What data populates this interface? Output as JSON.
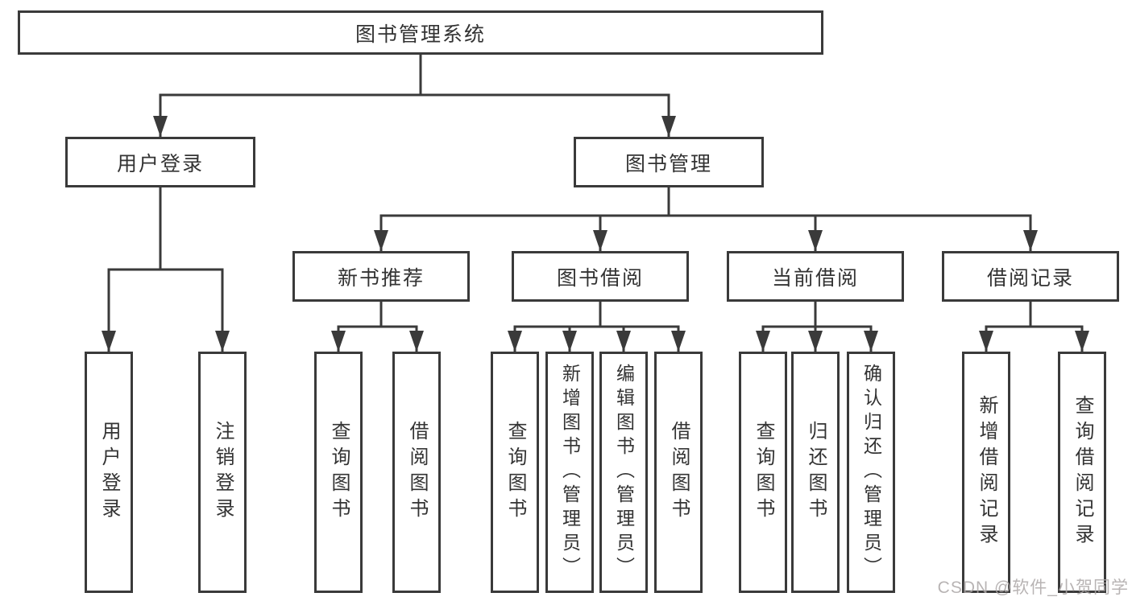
{
  "root": {
    "label": "图书管理系统"
  },
  "branches": {
    "user_login": {
      "label": "用户登录",
      "children": [
        "用户登录",
        "注销登录"
      ]
    },
    "book_management": {
      "label": "图书管理",
      "sections": {
        "new_books": {
          "label": "新书推荐",
          "children": [
            "查询图书",
            "借阅图书"
          ]
        },
        "borrowing": {
          "label": "图书借阅",
          "children": [
            "查询图书",
            "新增图书（管理员）",
            "编辑图书（管理员）",
            "借阅图书"
          ]
        },
        "current": {
          "label": "当前借阅",
          "children": [
            "查询图书",
            "归还图书",
            "确认归还（管理员）"
          ]
        },
        "records": {
          "label": "借阅记录",
          "children": [
            "新增借阅记录",
            "查询借阅记录"
          ]
        }
      }
    }
  },
  "watermark": "CSDN @软件_小贺同学",
  "colors": {
    "line": "#3a3a3a",
    "text": "#333333",
    "background": "#ffffff",
    "watermark": "#aca7a7"
  }
}
